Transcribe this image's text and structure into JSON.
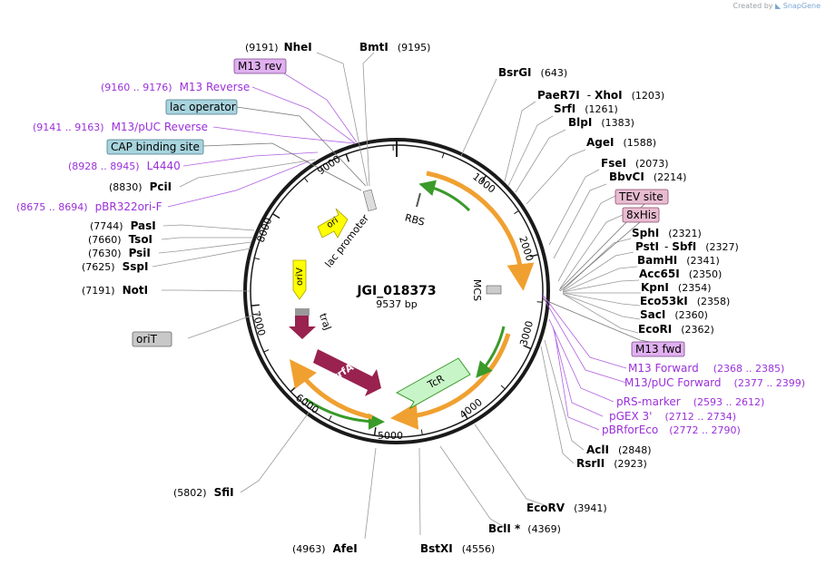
{
  "credit": {
    "prefix": "Created by",
    "brand": "SnapGene"
  },
  "plasmid": {
    "name": "JGI_018373",
    "length": "9537 bp"
  },
  "ring_ticks": [
    "1000",
    "2000",
    "3000",
    "4000",
    "5000",
    "6000",
    "7000",
    "8000",
    "9000"
  ],
  "features": [
    {
      "label": "RBS"
    },
    {
      "label": "MCS"
    },
    {
      "label": "lac promoter"
    },
    {
      "label": "ori"
    },
    {
      "label": "oriV"
    },
    {
      "label": "traJ"
    },
    {
      "label": "trfA"
    },
    {
      "label": "TcR"
    }
  ],
  "sites": {
    "NheI": {
      "name": "NheI",
      "pos": "(9191)"
    },
    "BmtI": {
      "name": "BmtI",
      "pos": "(9195)"
    },
    "BsrGI": {
      "name": "BsrGI",
      "pos": "(643)"
    },
    "PaeR7I": {
      "name": "PaeR7I",
      "sep": "-",
      "name2": "XhoI",
      "pos": "(1203)"
    },
    "SrfI": {
      "name": "SrfI",
      "pos": "(1261)"
    },
    "BlpI": {
      "name": "BlpI",
      "pos": "(1383)"
    },
    "AgeI": {
      "name": "AgeI",
      "pos": "(1588)"
    },
    "FseI": {
      "name": "FseI",
      "pos": "(2073)"
    },
    "BbvCI": {
      "name": "BbvCI",
      "pos": "(2214)"
    },
    "SphI": {
      "name": "SphI",
      "pos": "(2321)"
    },
    "PstI": {
      "name": "PstI",
      "sep": "-",
      "name2": "SbfI",
      "pos": "(2327)"
    },
    "BamHI": {
      "name": "BamHI",
      "pos": "(2341)"
    },
    "Acc65I": {
      "name": "Acc65I",
      "pos": "(2350)"
    },
    "KpnI": {
      "name": "KpnI",
      "pos": "(2354)"
    },
    "Eco53kI": {
      "name": "Eco53kI",
      "pos": "(2358)"
    },
    "SacI": {
      "name": "SacI",
      "pos": "(2360)"
    },
    "EcoRI": {
      "name": "EcoRI",
      "pos": "(2362)"
    },
    "AclI": {
      "name": "AclI",
      "pos": "(2848)"
    },
    "RsrII": {
      "name": "RsrII",
      "pos": "(2923)"
    },
    "EcoRV": {
      "name": "EcoRV",
      "pos": "(3941)"
    },
    "BclI": {
      "name": "BclI *",
      "pos": "(4369)"
    },
    "BstXI": {
      "name": "BstXI",
      "pos": "(4556)"
    },
    "AfeI": {
      "name": "AfeI",
      "pos": "(4963)"
    },
    "SfiI": {
      "name": "SfiI",
      "pos": "(5802)"
    },
    "NotI": {
      "name": "NotI",
      "pos": "(7191)"
    },
    "SspI": {
      "name": "SspI",
      "pos": "(7625)"
    },
    "PsiI": {
      "name": "PsiI",
      "pos": "(7630)"
    },
    "TsoI": {
      "name": "TsoI",
      "pos": "(7660)"
    },
    "PasI": {
      "name": "PasI",
      "pos": "(7744)"
    },
    "PciI": {
      "name": "PciI",
      "pos": "(8830)"
    }
  },
  "primers": {
    "M13Reverse": {
      "range": "(9160 .. 9176)",
      "name": "M13 Reverse"
    },
    "M13pUCReverse": {
      "range": "(9141 .. 9163)",
      "name": "M13/pUC Reverse"
    },
    "L4440": {
      "range": "(8928 .. 8945)",
      "name": "L4440"
    },
    "pBR322oriF": {
      "range": "(8675 .. 8694)",
      "name": "pBR322ori-F"
    },
    "M13Forward": {
      "name": "M13 Forward",
      "range": "(2368 .. 2385)"
    },
    "M13pUCForward": {
      "name": "M13/pUC Forward",
      "range": "(2377 .. 2399)"
    },
    "pRSmarker": {
      "name": "pRS-marker",
      "range": "(2593 .. 2612)"
    },
    "pGEX3": {
      "name": "pGEX 3'",
      "range": "(2712 .. 2734)"
    },
    "pBRforEco": {
      "name": "pBRforEco",
      "range": "(2772 .. 2790)"
    }
  },
  "boxes": {
    "M13rev": "M13 rev",
    "lacOperator": "lac operator",
    "CAPsite": "CAP binding site",
    "TEVsite": "TEV site",
    "his8": "8xHis",
    "M13fwd": "M13 fwd",
    "oriT": "oriT"
  },
  "colors": {
    "site_label": "#000000",
    "primer_label": "#9b30d9",
    "ring": "#1a1a1a",
    "ori": "#ffff00",
    "traJ_trfA": "#99224f",
    "TcR": "#c8f5c8",
    "tcr_arrow": "#3a9a2a",
    "orange_arrow": "#f0a030",
    "box_blue": "#a8d4de",
    "box_pink": "#e8bcd0",
    "box_purple": "#e0b0f0",
    "box_gray": "#c8c8c8"
  }
}
